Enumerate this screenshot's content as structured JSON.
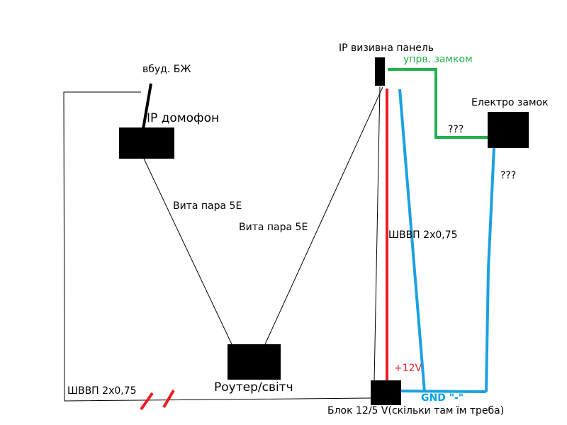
{
  "devices": {
    "intercom": "IP домофон",
    "outdoor_panel": "IP визивна панель",
    "electro_lock": "Електро замок",
    "router": "Роутер/світч",
    "power_block": "Блок 12/5 V(скільки там їм треба)"
  },
  "labels": {
    "builtin_psu": "вбуд. БЖ",
    "twisted_pair_1": "Вита пара 5E",
    "twisted_pair_2": "Вита пара 5E",
    "lock_control": "упрв. замком",
    "unknown_1": "???",
    "unknown_2": "???",
    "cable_red": "ШВВП 2х0,75",
    "cable_bottom": "ШВВП 2х0,75",
    "plus_12v": "+12V",
    "gnd": "GND \"-\""
  },
  "colors": {
    "wire_black": "#000000",
    "wire_red": "#ed1c24",
    "wire_blue": "#1ba1e2",
    "wire_green": "#22b14c",
    "box": "#000000"
  }
}
